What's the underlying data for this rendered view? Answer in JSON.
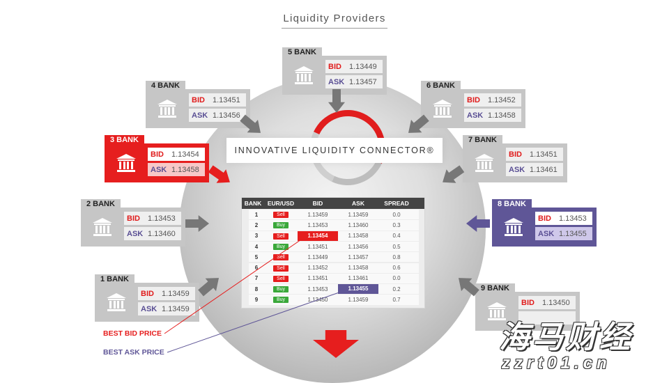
{
  "title": "Liquidity Providers",
  "connector_label": "INNOVATIVE LIQUIDITY CONNECTOR®",
  "banks": [
    {
      "name": "5 BANK",
      "bid_label": "BID",
      "bid": "1.13449",
      "ask_label": "ASK",
      "ask": "1.13457",
      "style": "gray"
    },
    {
      "name": "4 BANK",
      "bid_label": "BID",
      "bid": "1.13451",
      "ask_label": "ASK",
      "ask": "1.13456",
      "style": "gray"
    },
    {
      "name": "6 BANK",
      "bid_label": "BID",
      "bid": "1.13452",
      "ask_label": "ASK",
      "ask": "1.13458",
      "style": "gray"
    },
    {
      "name": "3 BANK",
      "bid_label": "BID",
      "bid": "1.13454",
      "ask_label": "ASK",
      "ask": "1.13458",
      "style": "red"
    },
    {
      "name": "7 BANK",
      "bid_label": "BID",
      "bid": "1.13451",
      "ask_label": "ASK",
      "ask": "1.13461",
      "style": "gray"
    },
    {
      "name": "2 BANK",
      "bid_label": "BID",
      "bid": "1.13453",
      "ask_label": "ASK",
      "ask": "1.13460",
      "style": "gray"
    },
    {
      "name": "8 BANK",
      "bid_label": "BID",
      "bid": "1.13453",
      "ask_label": "ASK",
      "ask": "1.13455",
      "style": "purple"
    },
    {
      "name": "1 BANK",
      "bid_label": "BID",
      "bid": "1.13459",
      "ask_label": "ASK",
      "ask": "1.13459",
      "style": "gray"
    },
    {
      "name": "9 BANK",
      "bid_label": "BID",
      "bid": "1.13450",
      "ask_label": "",
      "ask": "",
      "style": "gray"
    }
  ],
  "table": {
    "headers": [
      "BANK",
      "EUR/USD",
      "BID",
      "ASK",
      "SPREAD"
    ],
    "rows": [
      {
        "bank": "1",
        "action": "Sell",
        "bid": "1.13459",
        "ask": "1.13459",
        "spread": "0.0"
      },
      {
        "bank": "2",
        "action": "Buy",
        "bid": "1.13453",
        "ask": "1.13460",
        "spread": "0.3"
      },
      {
        "bank": "3",
        "action": "Sell",
        "bid": "1.13454",
        "ask": "1.13458",
        "spread": "0.4"
      },
      {
        "bank": "4",
        "action": "Buy",
        "bid": "1.13451",
        "ask": "1.13456",
        "spread": "0.5"
      },
      {
        "bank": "5",
        "action": "Sell",
        "bid": "1.13449",
        "ask": "1.13457",
        "spread": "0.8"
      },
      {
        "bank": "6",
        "action": "Sell",
        "bid": "1.13452",
        "ask": "1.13458",
        "spread": "0.6"
      },
      {
        "bank": "7",
        "action": "Sell",
        "bid": "1.13451",
        "ask": "1.13461",
        "spread": "0.0"
      },
      {
        "bank": "8",
        "action": "Buy",
        "bid": "1.13453",
        "ask": "1.13455",
        "spread": "0.2"
      },
      {
        "bank": "9",
        "action": "Buy",
        "bid": "1.13450",
        "ask": "1.13459",
        "spread": "0.7"
      }
    ]
  },
  "callouts": {
    "best_bid": "BEST BID PRICE",
    "best_ask": "BEST ASK PRICE"
  },
  "watermark": {
    "chinese": "海马财经",
    "url": "zzrt01.cn"
  },
  "colors": {
    "accent_red": "#e61e1e",
    "accent_purple": "#5f5697",
    "neutral_gray": "#c6c6c6"
  }
}
